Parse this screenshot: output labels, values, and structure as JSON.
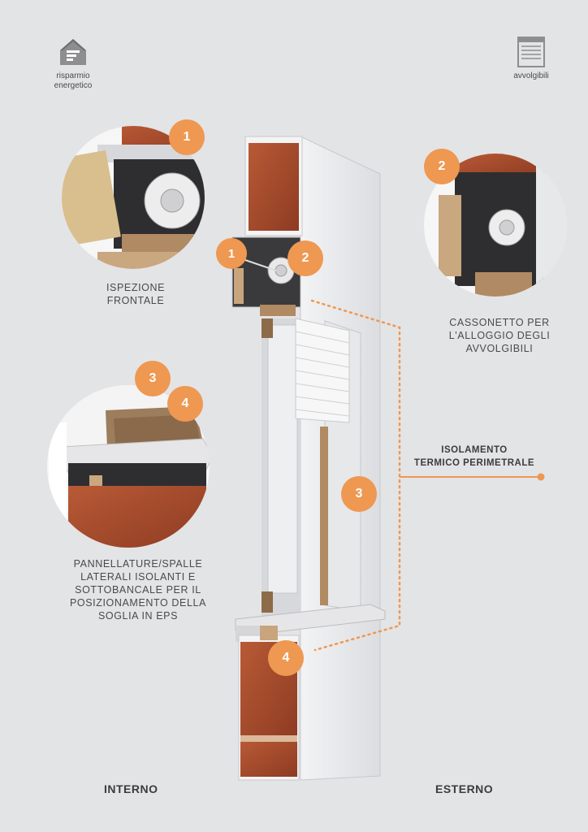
{
  "badges": {
    "left": {
      "line1": "risparmio",
      "line2": "energetico",
      "icon": "house-energy-icon"
    },
    "right": {
      "label": "avvolgibili",
      "icon": "roller-shutter-icon"
    }
  },
  "callouts": {
    "c1": "ISPEZIONE\nFRONTALE",
    "c2": "CASSONETTO PER\nL'ALLOGGIO DEGLI\nAVVOLGIBILI",
    "c34": "PANNELLATURE/SPALLE\nLATERALI ISOLANTI E\nSOTTOBANCALE PER IL\nPOSIZIONAMENTO DELLA\nSOGLIA IN EPS"
  },
  "isolamento": {
    "line1": "ISOLAMENTO",
    "line2": "TERMICO PERIMETRALE"
  },
  "markers": {
    "m1": "1",
    "m2": "2",
    "m3": "3",
    "m4": "4"
  },
  "sides": {
    "interno": "INTERNO",
    "esterno": "ESTERNO"
  },
  "colors": {
    "accent": "#ee9852",
    "brick": "#a8472a",
    "wood": "#b08a63",
    "insulation": "#2f2f31",
    "background": "#e3e4e6"
  }
}
